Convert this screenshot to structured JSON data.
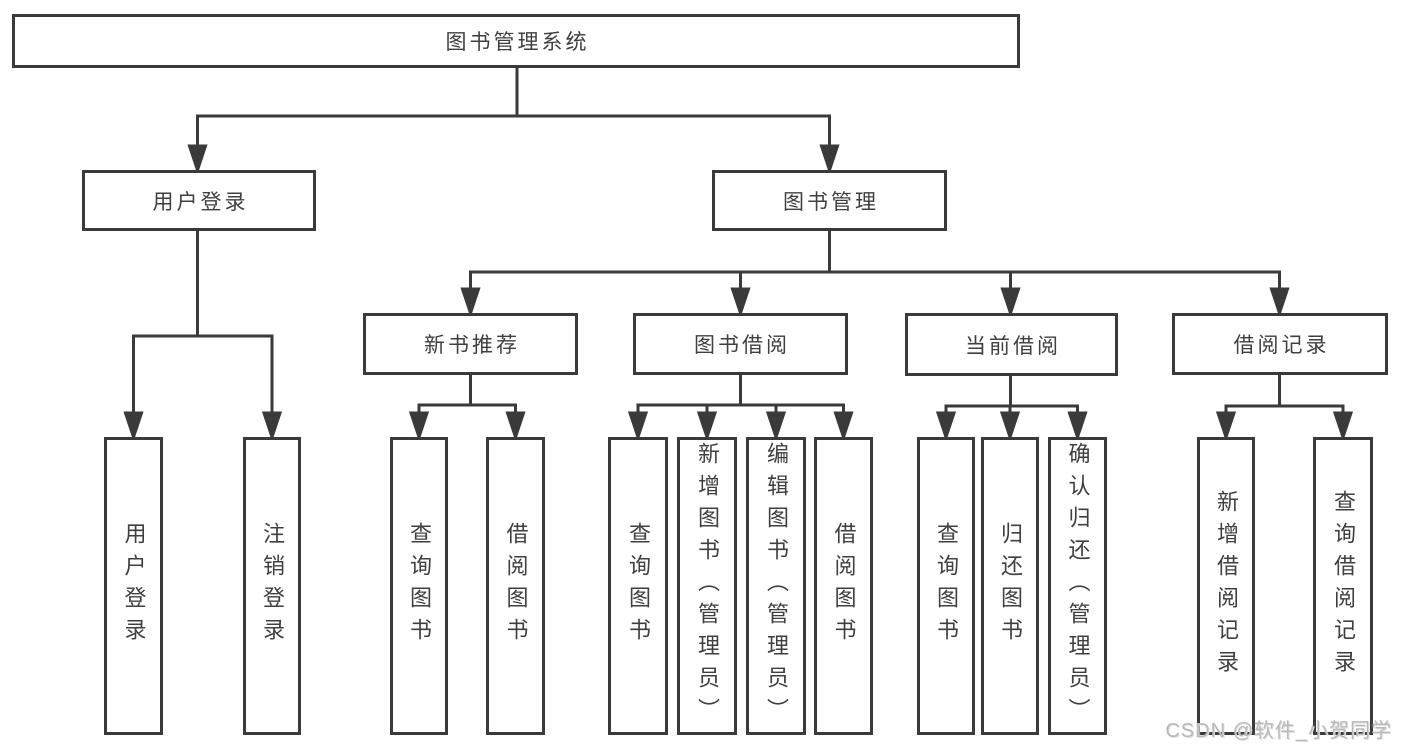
{
  "diagram": {
    "title": "图书管理系统",
    "tree": {
      "root": {
        "label": "图书管理系统",
        "children": [
          {
            "label": "用户登录",
            "children": [
              {
                "label": "用户登录"
              },
              {
                "label": "注销登录"
              }
            ]
          },
          {
            "label": "图书管理",
            "children": [
              {
                "label": "新书推荐",
                "children": [
                  {
                    "label": "查询图书"
                  },
                  {
                    "label": "借阅图书"
                  }
                ]
              },
              {
                "label": "图书借阅",
                "children": [
                  {
                    "label": "查询图书"
                  },
                  {
                    "label": "新增图书（管理员）"
                  },
                  {
                    "label": "编辑图书（管理员）"
                  },
                  {
                    "label": "借阅图书"
                  }
                ]
              },
              {
                "label": "当前借阅",
                "children": [
                  {
                    "label": "查询图书"
                  },
                  {
                    "label": "归还图书"
                  },
                  {
                    "label": "确认归还（管理员）"
                  }
                ]
              },
              {
                "label": "借阅记录",
                "children": [
                  {
                    "label": "新增借阅记录"
                  },
                  {
                    "label": "查询借阅记录"
                  }
                ]
              }
            ]
          }
        ]
      }
    }
  },
  "watermark": {
    "text": "CSDN @软件_小贺同学"
  },
  "colors": {
    "line": "#3a3a3a",
    "box_border": "#3a3a3a",
    "text": "#3f3f3f",
    "background": "#ffffff",
    "watermark": "#b9b9b9"
  }
}
